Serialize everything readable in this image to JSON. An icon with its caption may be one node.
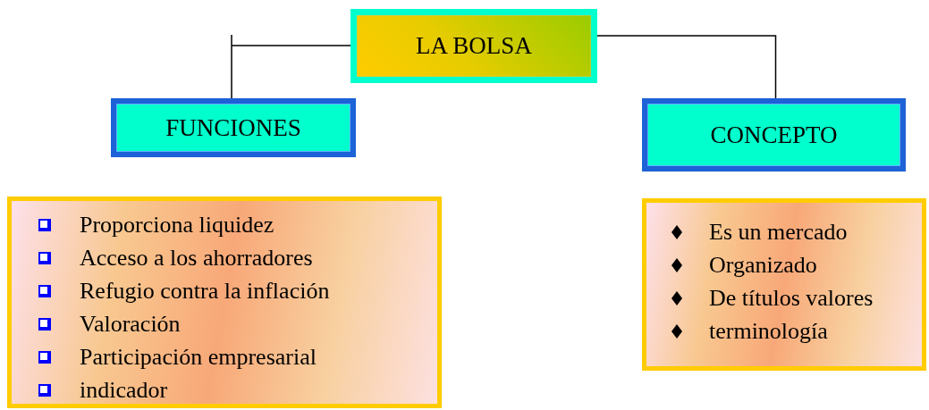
{
  "diagram": {
    "nodes": [
      {
        "text": [
          "LA BOLSA"
        ]
      },
      {
        "text": [
          "FUNCIONES"
        ]
      },
      {
        "text": [
          "CONCEPTO"
        ]
      },
      {
        "text": [
          "Proporciona liquidez",
          "Acceso a los ahorradores",
          "Refugio contra la inflación",
          "Valoración",
          "Participación empresarial",
          "indicador"
        ]
      },
      {
        "text": [
          "Es un mercado",
          "Organizado",
          "De títulos valores",
          "terminología"
        ]
      }
    ],
    "edges": [
      {
        "from": 0,
        "to": 1,
        "arrow": "none"
      },
      {
        "from": 0,
        "to": 2,
        "arrow": "none"
      }
    ]
  }
}
